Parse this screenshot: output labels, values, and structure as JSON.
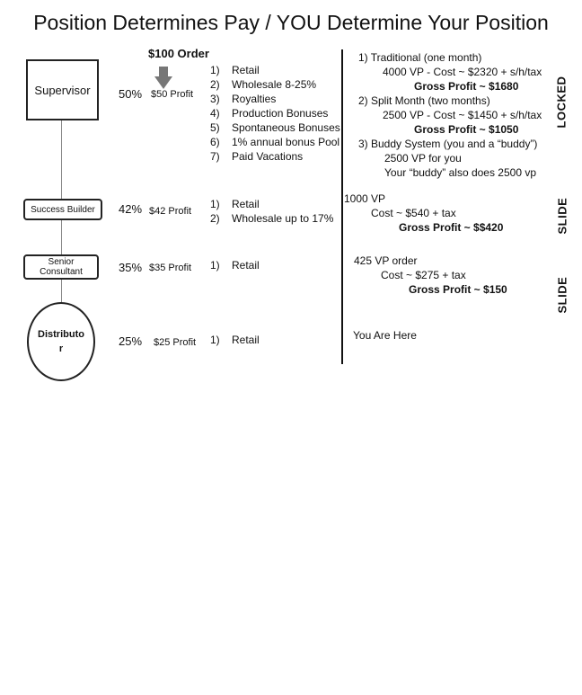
{
  "title": "Position Determines Pay / YOU Determine Your Position",
  "order_label": "$100 Order",
  "levels": {
    "supervisor": {
      "name": "Supervisor",
      "pct": "50%",
      "profit": "$50 Profit",
      "items": [
        "Retail",
        "Wholesale 8-25%",
        "Royalties",
        "Production Bonuses",
        "Spontaneous Bonuses",
        "1% annual bonus Pool",
        "Paid Vacations"
      ]
    },
    "success_builder": {
      "name": "Success Builder",
      "pct": "42%",
      "profit": "$42 Profit",
      "items": [
        "Retail",
        "Wholesale up to 17%"
      ]
    },
    "senior_consultant": {
      "name_line1": "Senior",
      "name_line2": "Consultant",
      "pct": "35%",
      "profit": "$35 Profit",
      "items": [
        "Retail"
      ]
    },
    "distributor": {
      "name_line1": "Distributo",
      "name_line2": "r",
      "pct": "25%",
      "profit": "$25 Profit",
      "items": [
        "Retail"
      ]
    }
  },
  "numbers": [
    "1)",
    "2)",
    "3)",
    "4)",
    "5)",
    "6)",
    "7)"
  ],
  "right": {
    "supervisor": {
      "opt1": "1) Traditional (one month)",
      "opt1_cost": "4000 VP - Cost ~ $2320 + s/h/tax",
      "opt1_profit": "Gross Profit ~ $1680",
      "opt2": "2) Split Month (two months)",
      "opt2_cost": "2500 VP - Cost ~ $1450 + s/h/tax",
      "opt2_profit": "Gross Profit ~ $1050",
      "opt3": "3) Buddy System (you and a “buddy”)",
      "opt3_a": "2500 VP for you",
      "opt3_b": "Your “buddy” also does 2500 vp",
      "status": "LOCKED"
    },
    "success_builder": {
      "vp": "1000 VP",
      "cost": "Cost ~ $540 + tax",
      "profit": "Gross Profit ~ $$420",
      "status": "SLIDE"
    },
    "senior_consultant": {
      "vp": "425 VP order",
      "cost": "Cost ~ $275 + tax",
      "profit": "Gross Profit ~ $150",
      "status": "SLIDE"
    },
    "distributor": {
      "note": "You Are Here"
    }
  }
}
